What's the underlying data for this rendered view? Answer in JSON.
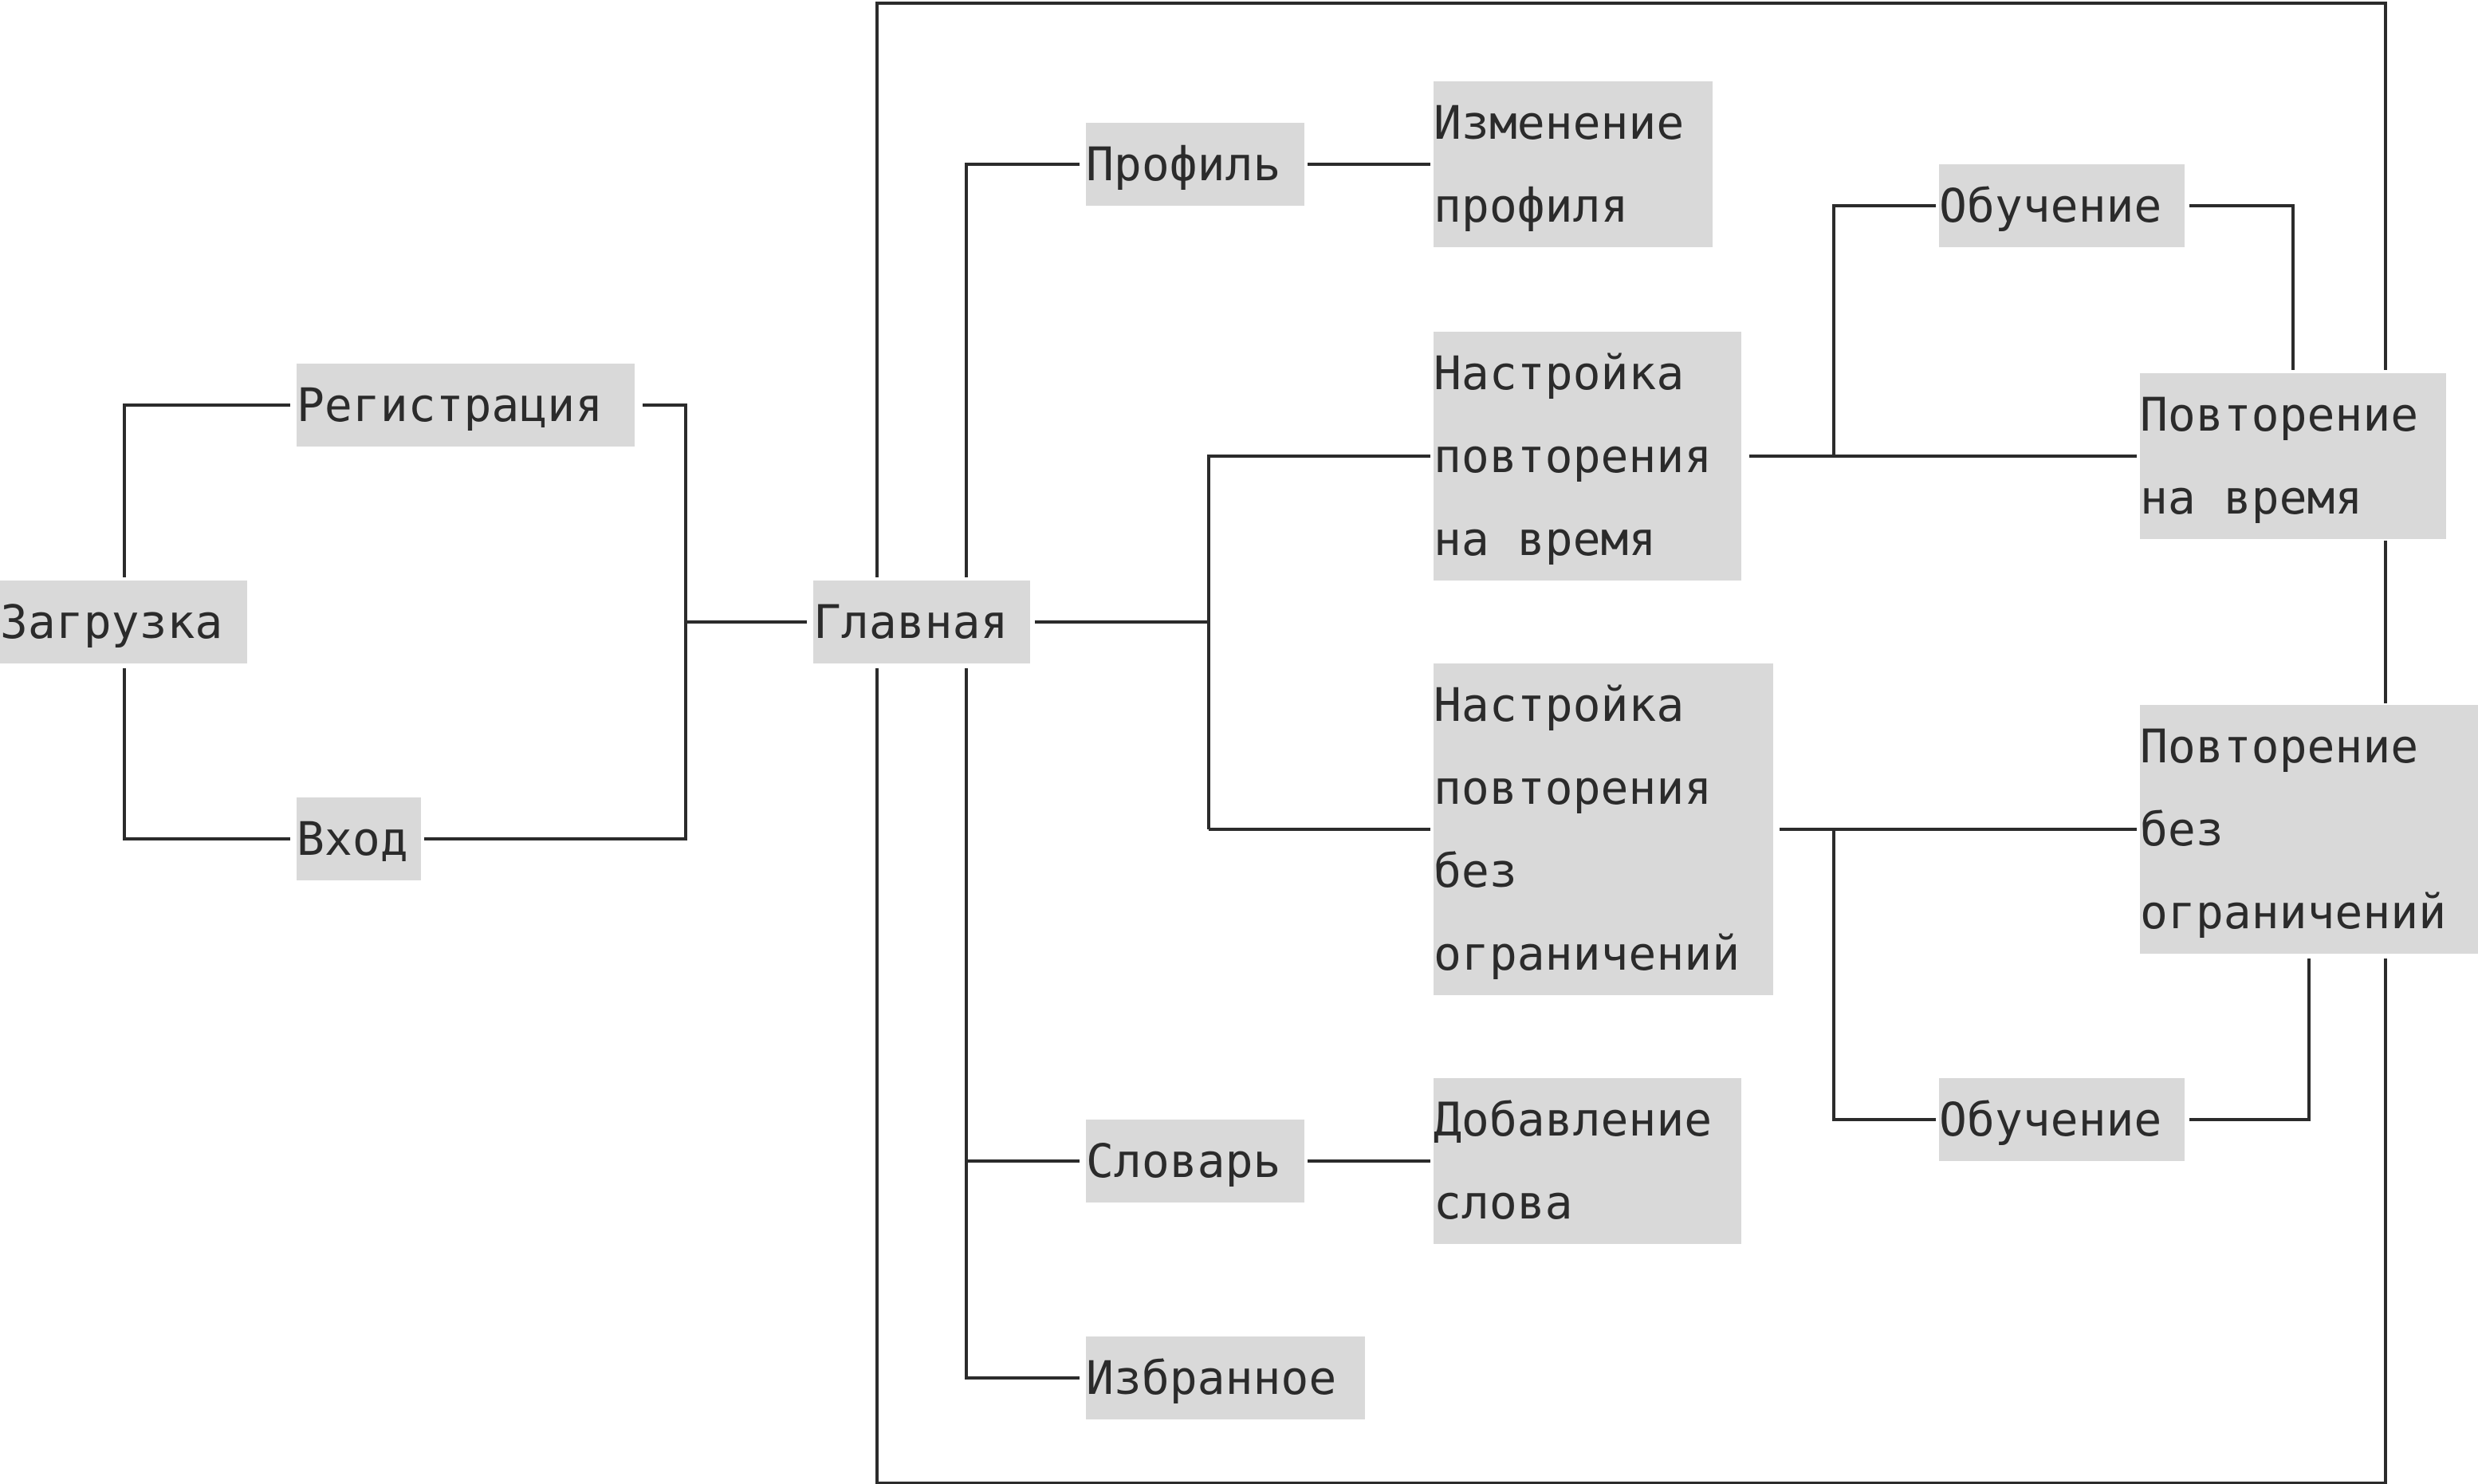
{
  "nodes": {
    "zagruzka": "Загрузка",
    "registratsiya": "Регистрация",
    "vkhod": "Вход",
    "glavnaya": "Главная",
    "profil": "Профиль",
    "izmenenie_profilya": "Изменение\nпрофиля",
    "nastroyka_na_vremya": "Настройка\nповторения\nна время",
    "nastroyka_bez_ogranicheniy": "Настройка\nповторения\nбез\nограничений",
    "slovar": "Словарь",
    "dobavlenie_slova": "Добавление\nслова",
    "izbrannoe": "Избранное",
    "obuchenie_top": "Обучение",
    "povtorenie_na_vremya": "Повторение\nна время",
    "povtorenie_bez_ogranicheniy": "Повторение\nбез\nограничений",
    "obuchenie_bottom": "Обучение"
  },
  "colors": {
    "node_fill": "#d9d9d9",
    "line": "#2b2b2b",
    "text": "#2b2b2b"
  }
}
